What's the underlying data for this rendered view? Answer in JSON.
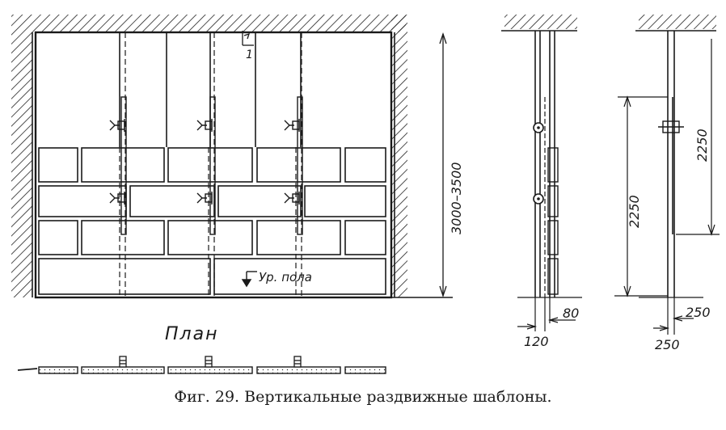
{
  "labels": {
    "height_dim": "3000–3500",
    "floor_level": "Ур. пола",
    "section_mark": "1",
    "plan_title": "План",
    "side_dim_left_height": "2250",
    "side_dim_right_height": "2250",
    "side_dim_80": "80",
    "side_dim_120": "120",
    "side_dim_250_top": "250",
    "side_dim_250_bottom": "250"
  },
  "caption": "Фиг. 29. Вертикальные раздвижные шаблоны."
}
